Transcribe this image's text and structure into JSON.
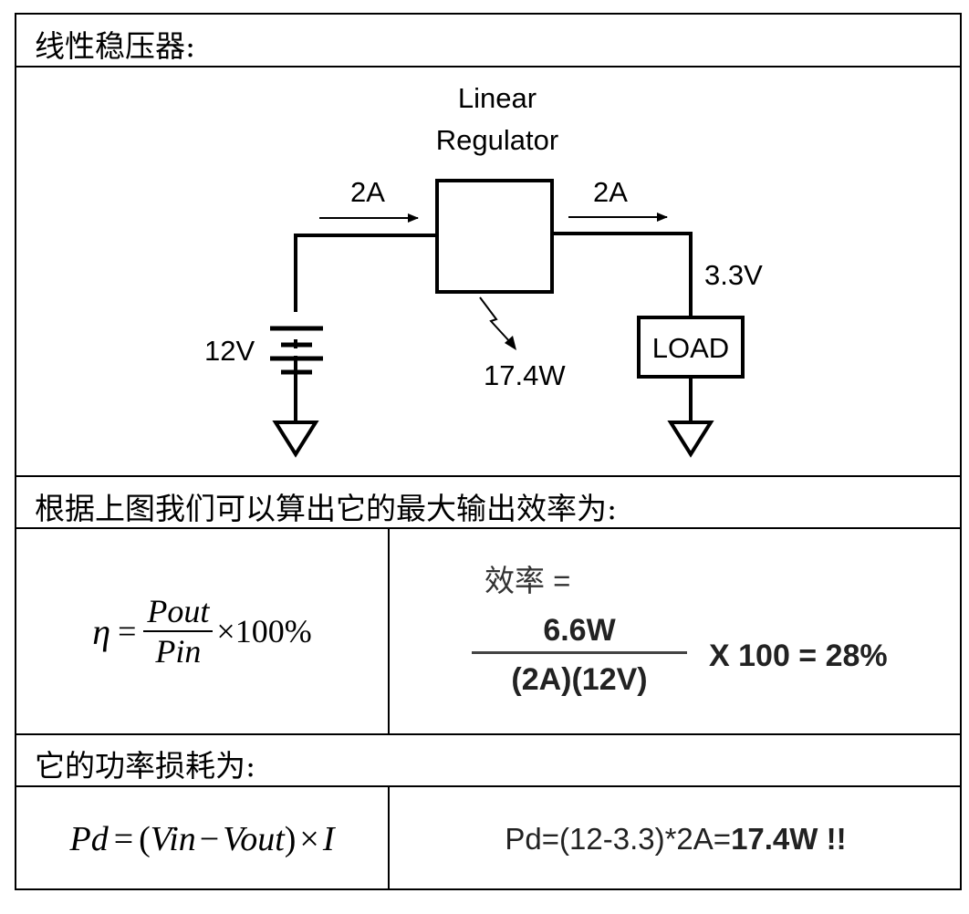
{
  "rows": {
    "title": "线性稳压器:",
    "efficiency_heading": "根据上图我们可以算出它的最大输出效率为:",
    "loss_heading": "它的功率损耗为:"
  },
  "diagram": {
    "regulator_label_1": "Linear",
    "regulator_label_2": "Regulator",
    "input_current": "2A",
    "output_current": "2A",
    "output_voltage": "3.3V",
    "input_voltage": "12V",
    "dissipation": "17.4W",
    "load_label": "LOAD"
  },
  "formula_efficiency": {
    "eta": "η",
    "equals": "=",
    "numerator": "Pout",
    "denominator": "Pin",
    "multiplier": "×100%"
  },
  "calc_efficiency": {
    "label": "效率 =",
    "numerator": "6.6W",
    "denominator": "(2A)(12V)",
    "result": "X 100 = 28%"
  },
  "formula_loss": {
    "lhs": "Pd",
    "equals": "=",
    "open": "(",
    "vin": "Vin",
    "minus": "−",
    "vout": "Vout",
    "close": ")",
    "times": "×",
    "current": "I"
  },
  "calc_loss": {
    "expression": "Pd=(12-3.3)*2A=",
    "result": "17.4W !!"
  }
}
